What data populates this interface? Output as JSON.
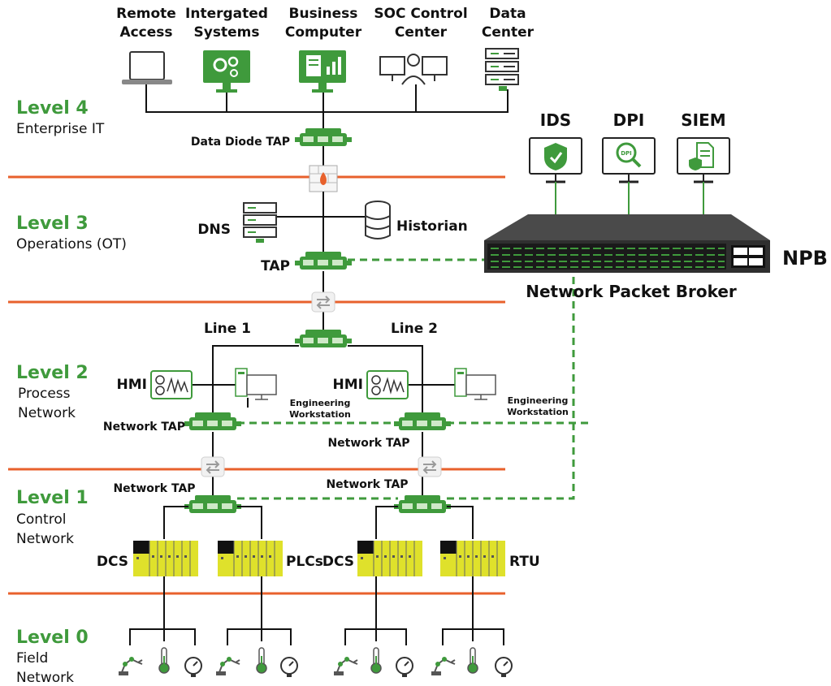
{
  "levels": {
    "l4": {
      "title": "Level 4",
      "sub1": "Enterprise IT"
    },
    "l3": {
      "title": "Level 3",
      "sub1": "Operations (OT)"
    },
    "l2": {
      "title": "Level 2",
      "sub1": "Process",
      "sub2": "Network"
    },
    "l1": {
      "title": "Level 1",
      "sub1": "Control",
      "sub2": "Network"
    },
    "l0": {
      "title": "Level 0",
      "sub1": "Field",
      "sub2": "Network"
    }
  },
  "top_devices": [
    {
      "line1": "Remote",
      "line2": "Access"
    },
    {
      "line1": "Intergated",
      "line2": "Systems"
    },
    {
      "line1": "Business",
      "line2": "Computer"
    },
    {
      "line1": "SOC Control",
      "line2": "Center"
    },
    {
      "line1": "Data",
      "line2": "Center"
    }
  ],
  "labels": {
    "data_diode_tap": "Data Diode TAP",
    "dns": "DNS",
    "historian": "Historian",
    "tap": "TAP",
    "line1": "Line 1",
    "line2": "Line 2",
    "hmi": "HMI",
    "eng_ws_1": "Engineering",
    "eng_ws_2": "Workstation",
    "network_tap": "Network TAP",
    "dcs": "DCS",
    "plcs": "PLCs",
    "rtu": "RTU",
    "ids": "IDS",
    "dpi": "DPI",
    "siem": "SIEM",
    "npb": "NPB",
    "npb_full": "Network Packet Broker",
    "dpi_badge": "DPI"
  },
  "colors": {
    "green": "#3f9a3c",
    "orange": "#e8612c",
    "yellow": "#dfe12b",
    "dark_switch": "#3a3a3a"
  }
}
